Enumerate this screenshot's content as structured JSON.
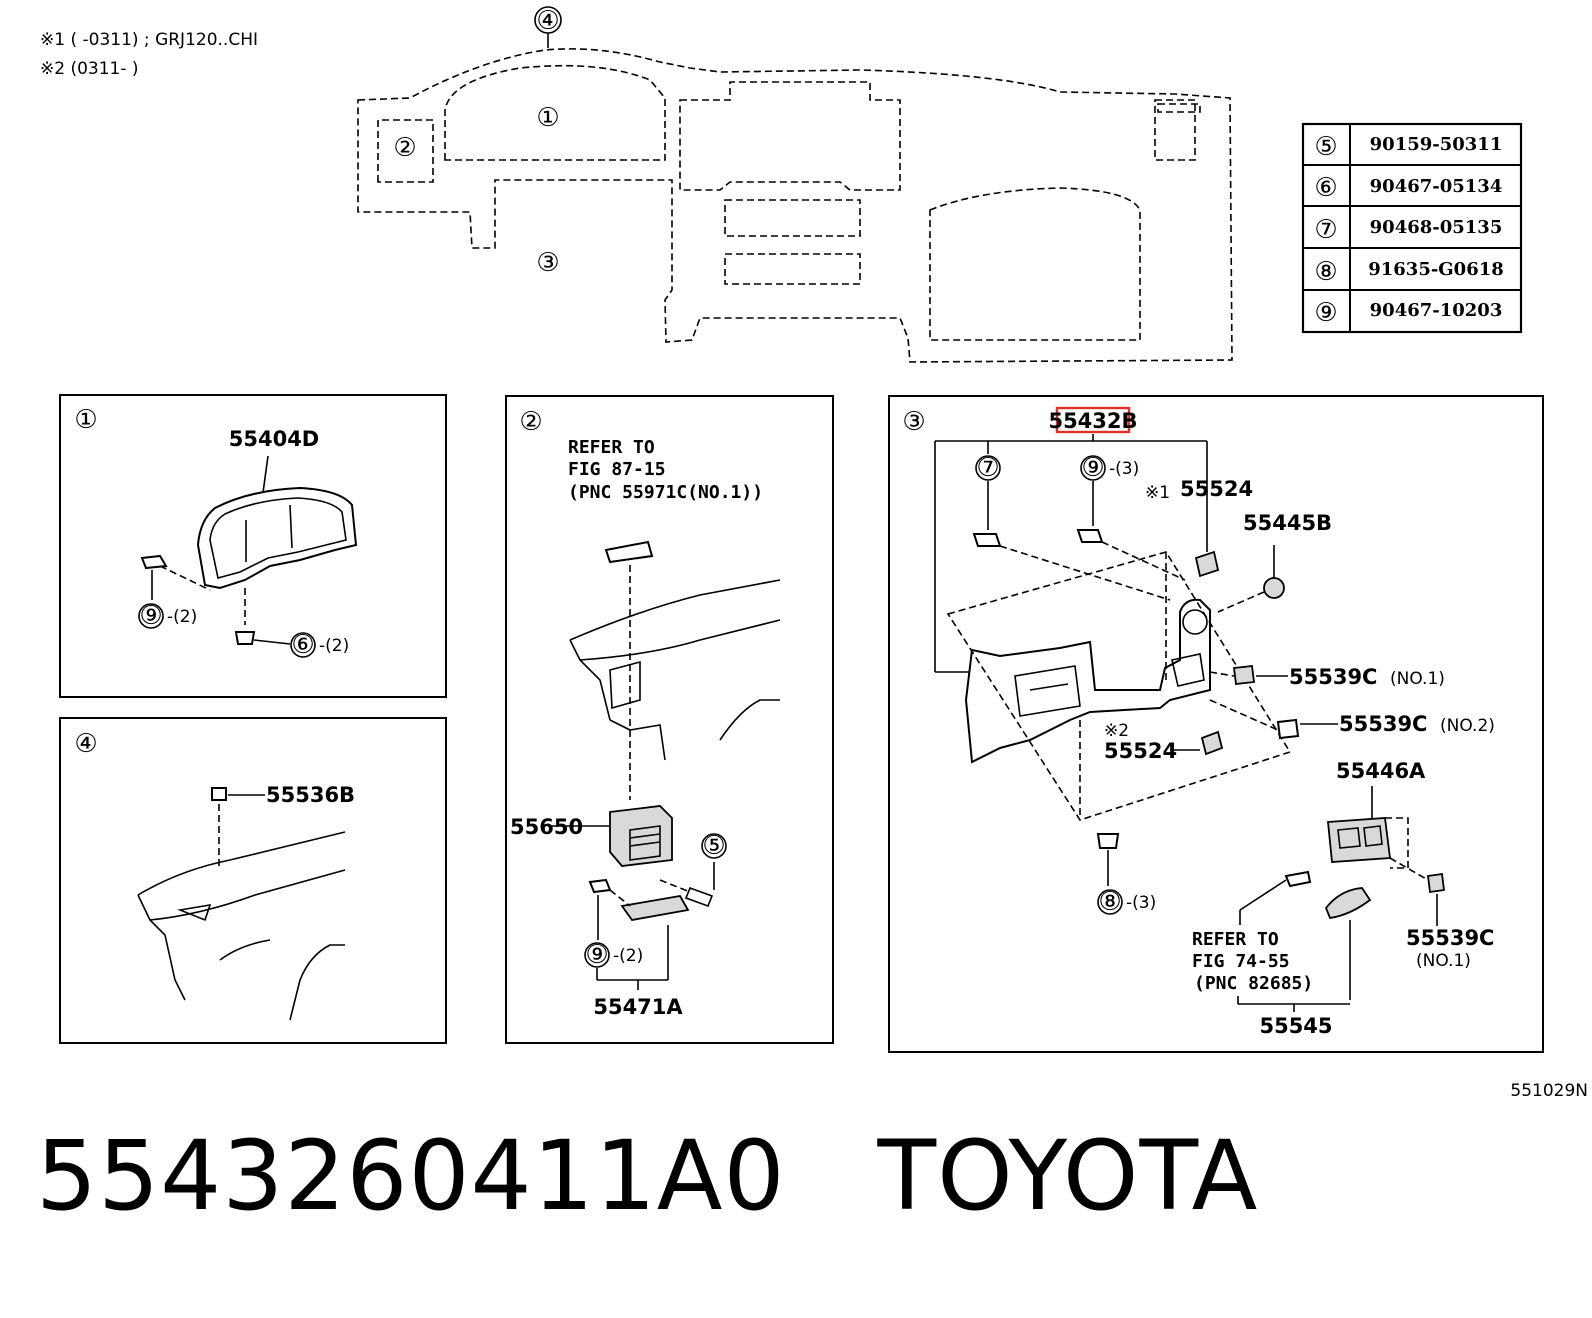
{
  "header_notes": {
    "note1": "※1 (     -0311) ; GRJ120..CHI",
    "note2": "※2 (0311-     )"
  },
  "overview": {
    "callouts": [
      "①",
      "②",
      "③",
      "④"
    ]
  },
  "fastener_table": {
    "rows": [
      {
        "ref": "⑤",
        "part": "90159-50311"
      },
      {
        "ref": "⑥",
        "part": "90467-05134"
      },
      {
        "ref": "⑦",
        "part": "90468-05135"
      },
      {
        "ref": "⑧",
        "part": "91635-G0618"
      },
      {
        "ref": "⑨",
        "part": "90467-10203"
      }
    ]
  },
  "panel1": {
    "num": "①",
    "part_main": "55404D",
    "c9": "⑨",
    "q9": "-(2)",
    "c6": "⑥",
    "q6": "-(2)"
  },
  "panel2": {
    "num": "②",
    "refer_1": "REFER TO",
    "refer_2": "FIG 87-15",
    "refer_3": "(PNC 55971C(NO.1))",
    "part_55650": "55650",
    "c5": "⑤",
    "c9": "⑨",
    "q9": "-(2)",
    "part_55471A": "55471A"
  },
  "panel3": {
    "num": "③",
    "highlight_part": "55432B",
    "c7": "⑦",
    "c9": "⑨",
    "q9": "-(3)",
    "note1_mark": "※1",
    "part_55524a": "55524",
    "part_55445B": "55445B",
    "part_55539C_no1": "55539C",
    "tag_no1": "(NO.1)",
    "part_55539C_no2": "55539C",
    "tag_no2": "(NO.2)",
    "note2_mark": "※2",
    "part_55524b": "55524",
    "part_55446A": "55446A",
    "c8": "⑧",
    "q8": "-(3)",
    "refer_1": "REFER TO",
    "refer_2": "FIG 74-55",
    "refer_3": "(PNC 82685)",
    "part_55545": "55545",
    "part_55539C_no1b": "55539C",
    "tag_no1b": "(NO.1)"
  },
  "panel4": {
    "num": "④",
    "part_main": "55536B"
  },
  "figure_code": "551029N",
  "footer": {
    "part_number": "5543260411A0",
    "brand": "TOYOTA"
  },
  "colors": {
    "line": "#000000",
    "highlight": "#e0302a"
  }
}
